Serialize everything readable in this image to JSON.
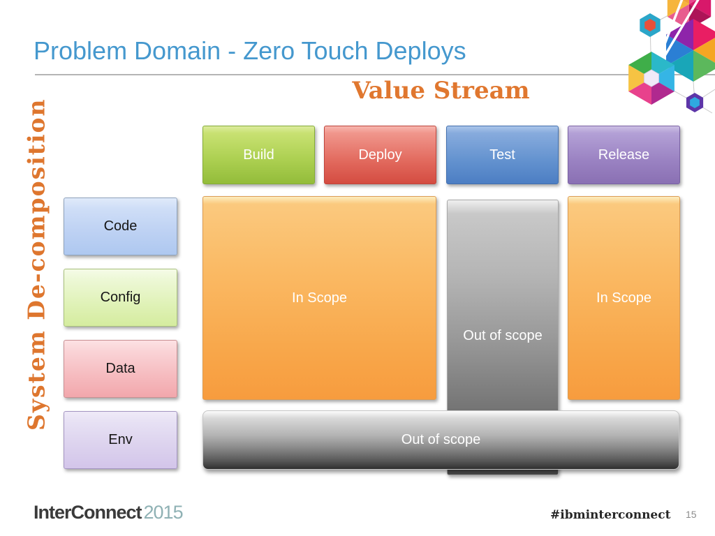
{
  "slide": {
    "title": "Problem Domain - Zero Touch Deploys",
    "page_number": "15"
  },
  "headings": {
    "value_stream": "Value Stream",
    "system_decomposition": "System De-composition"
  },
  "value_stream_stages": [
    {
      "label": "Build",
      "color": "#9ec13e"
    },
    {
      "label": "Deploy",
      "color": "#dd5c51"
    },
    {
      "label": "Test",
      "color": "#5c89c9"
    },
    {
      "label": "Release",
      "color": "#9379bc"
    }
  ],
  "decomposition_items": [
    {
      "label": "Code",
      "color": "#bcd1f3"
    },
    {
      "label": "Config",
      "color": "#e2f3ba"
    },
    {
      "label": "Data",
      "color": "#f6bdc1"
    },
    {
      "label": "Env",
      "color": "#dcd3ee"
    }
  ],
  "scope_boxes": {
    "main_in_scope": {
      "label": "In Scope",
      "color": "#f9b054"
    },
    "release_in_scope": {
      "label": "In Scope",
      "color": "#f9b054"
    },
    "test_out_of_scope": {
      "label": "Out of scope",
      "color": "#8a8a8a"
    },
    "bottom_out_of_scope": {
      "label": "Out of scope",
      "color": "#9a9a9a"
    }
  },
  "footer": {
    "logo_text": "InterConnect",
    "logo_year": "2015",
    "hashtag": "#ibminterconnect"
  },
  "colors": {
    "title_blue": "#4598ce",
    "heading_orange": "#de762e",
    "rule_gray": "#b4b4b4"
  }
}
